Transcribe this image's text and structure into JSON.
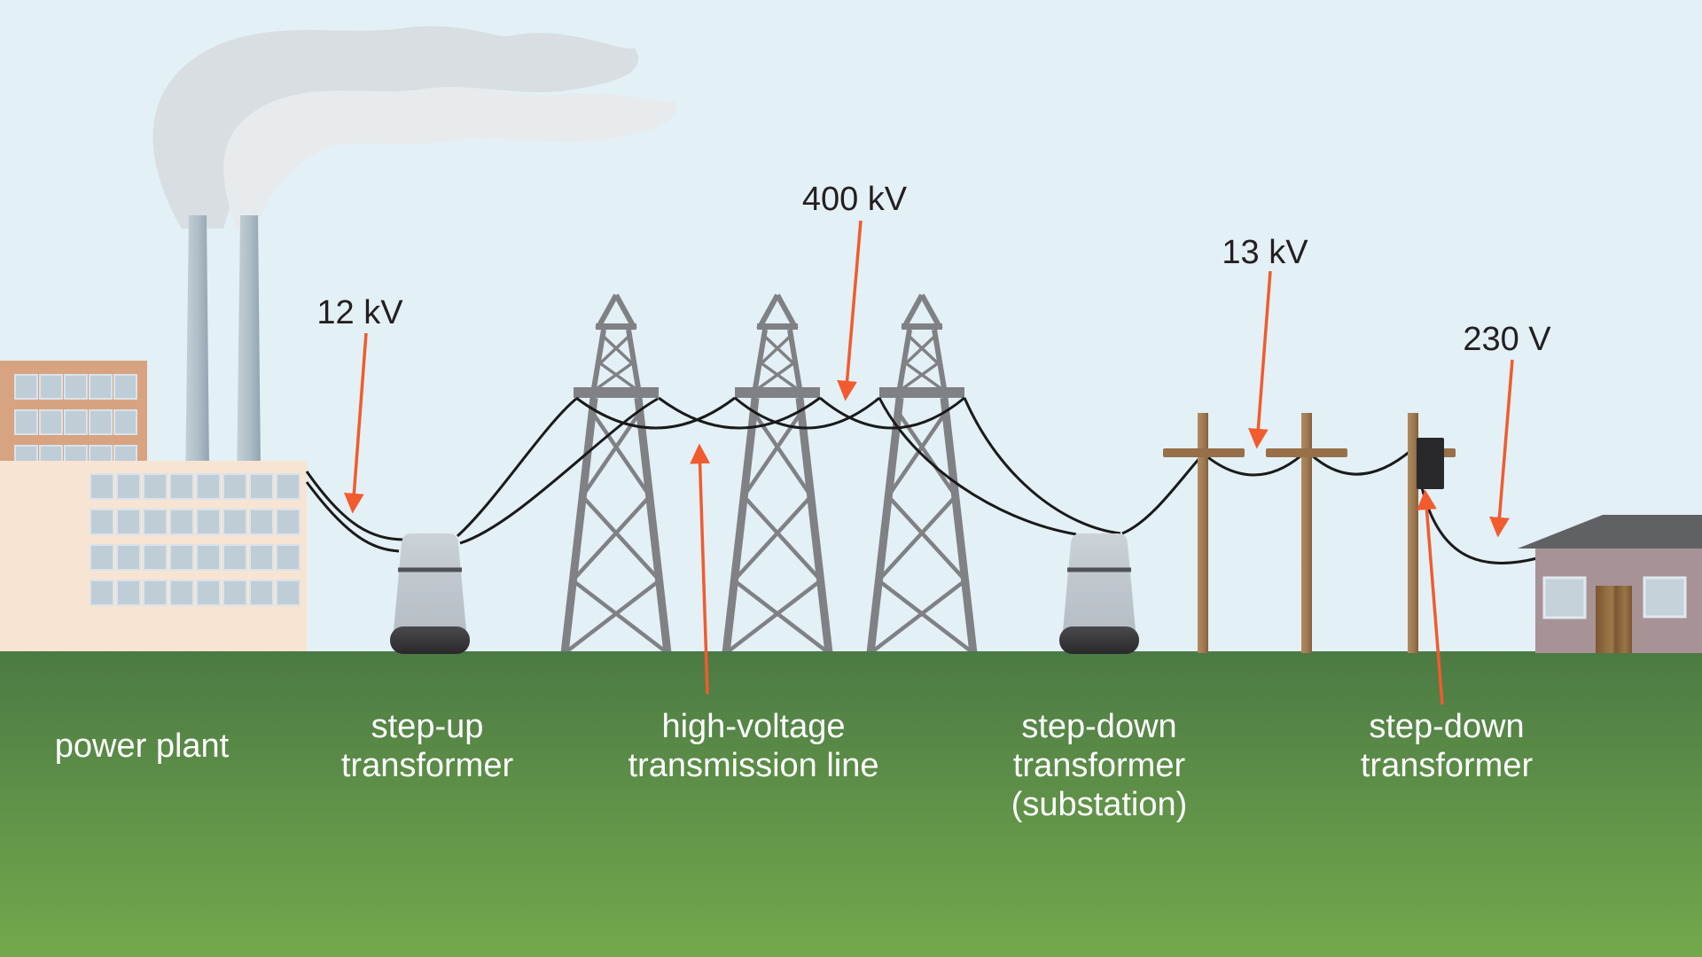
{
  "diagram_title": "electric power transmission from power plant to home",
  "labels": {
    "kv12": "12 kV",
    "kv400": "400 kV",
    "kv13": "13 kV",
    "v230": "230 V",
    "power_plant": "power plant",
    "step_up_line1": "step-up",
    "step_up_line2": "transformer",
    "hv_line1": "high-voltage",
    "hv_line2": "transmission line",
    "substation_line1": "step-down",
    "substation_line2": "transformer",
    "substation_line3": "(substation)",
    "pole_transformer_line1": "step-down",
    "pole_transformer_line2": "transformer"
  },
  "colors": {
    "sky": "#e3f0f5",
    "ground_top": "#4c7a44",
    "ground_bottom": "#73a94c",
    "accent_arrow": "#f15b2d",
    "wire": "#1a1a1a",
    "tower_gray": "#7f8184",
    "pole_brown": "#a8815b",
    "top_label_text": "#231f20",
    "bottom_label_text": "#ffffff"
  }
}
